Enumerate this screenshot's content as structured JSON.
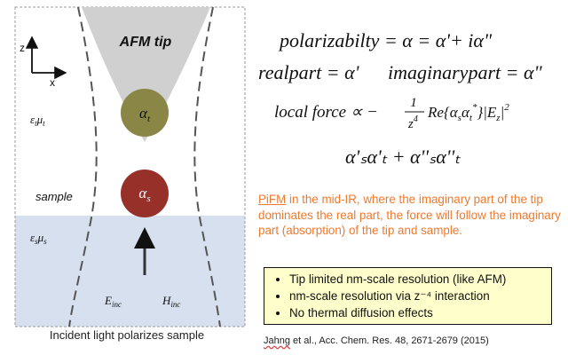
{
  "diagram": {
    "tip_label": "AFM tip",
    "axis_z": "z",
    "axis_x": "x",
    "tip_particle_label": "α",
    "tip_particle_sub": "t",
    "sample_particle_label": "α",
    "sample_particle_sub": "s",
    "sample_label": "sample",
    "eps_mu_t_eps": "ε",
    "eps_mu_t_sub1": "t",
    "eps_mu_t_mu": "μ",
    "eps_mu_t_sub2": "t",
    "eps_mu_s_eps": "ε",
    "eps_mu_s_sub1": "s",
    "eps_mu_s_mu": "μ",
    "eps_mu_s_sub2": "s",
    "e_inc_main": "E",
    "e_inc_sub": "inc",
    "h_inc_main": "H",
    "h_inc_sub": "inc",
    "caption": "Incident light polarizes sample",
    "colors": {
      "tip_fill": "#d0d0d0",
      "tip_particle": "#8a8646",
      "sample_particle": "#98302a",
      "sample_region": "#d6e0ef",
      "accent_text": "#ee7a2f",
      "box_fill": "#ffffcc"
    }
  },
  "equations": {
    "polarizability": "polarizabilty = α = α'+ iα\"",
    "real_part": "realpart = α'",
    "imaginary_part": "imaginarypart = α\"",
    "local_force_prefix": "local force ∝ −",
    "fraction_num": "1",
    "fraction_den": "z",
    "fraction_den_exp": "4",
    "local_force_re": "Re{α",
    "local_force_sub_s": "s",
    "local_force_alpha_t": "α",
    "local_force_sub_t": "t",
    "local_force_star": "*",
    "local_force_end": "}|E",
    "local_force_sub_z": "z",
    "local_force_abs": "|",
    "local_force_exp": "2",
    "product": "α'ₛα'ₜ + α''ₛα''ₜ"
  },
  "description": {
    "pifm_link": "PiFM",
    "text": " in the mid-IR, where the imaginary part of the tip dominates the real part, the force will follow the imaginary part (absorption) of the tip and sample."
  },
  "bullets": [
    "Tip limited nm-scale resolution (like AFM)",
    "nm-scale resolution via z⁻⁴ interaction",
    "No thermal diffusion effects"
  ],
  "reference": {
    "author": "Jahng",
    "rest": " et al., Acc. Chem. Res. 48, 2671-2679 (2015)"
  }
}
